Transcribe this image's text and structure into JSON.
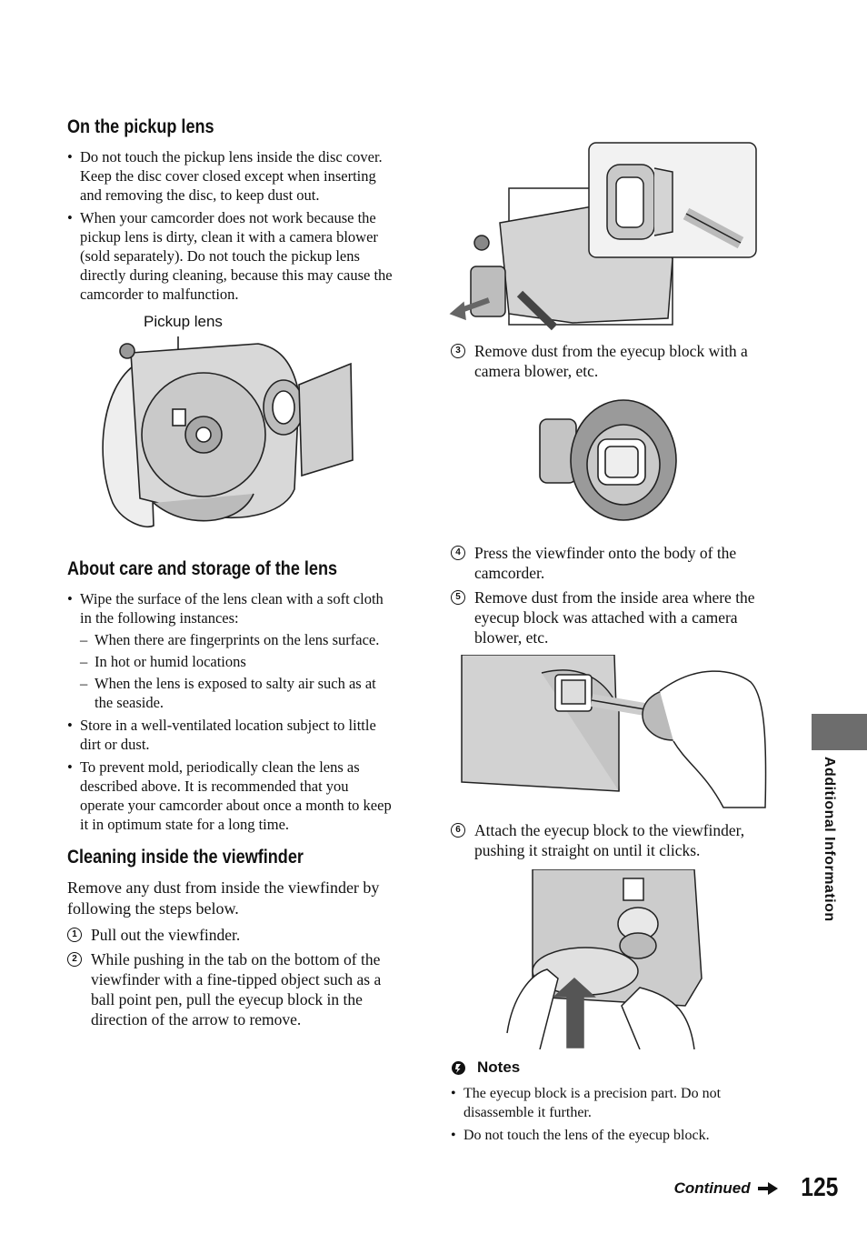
{
  "sections": {
    "pickup_lens": {
      "heading": "On the pickup lens",
      "bullets": [
        "Do not touch the pickup lens inside the disc cover. Keep the disc cover closed except when inserting and removing the disc, to keep dust out.",
        "When your camcorder does not work because the pickup lens is dirty, clean it with a camera blower (sold separately). Do not touch the pickup lens directly during cleaning, because this may cause the camcorder to malfunction."
      ],
      "figure_label": "Pickup lens"
    },
    "lens_care": {
      "heading": "About care and storage of the lens",
      "bullet1": "Wipe the surface of the lens clean with a soft cloth in the following instances:",
      "dashes": [
        "When there are fingerprints on the lens surface.",
        "In hot or humid locations",
        "When the lens is exposed to salty air such as at the seaside."
      ],
      "bullet2": "Store in a well-ventilated location subject to little dirt or dust.",
      "bullet3": "To prevent mold, periodically clean the lens as described above. It is recommended that you operate your camcorder about once a month to keep it in optimum state for a long time."
    },
    "viewfinder": {
      "heading": "Cleaning inside the viewfinder",
      "intro": "Remove any dust from inside the viewfinder by following the steps below.",
      "steps": [
        {
          "num": "1",
          "text": "Pull out the viewfinder."
        },
        {
          "num": "2",
          "text": "While pushing in the tab on the bottom of the viewfinder with a fine-tipped object such as a ball point pen, pull the eyecup block in the direction of the arrow to remove."
        },
        {
          "num": "3",
          "text": "Remove dust from the eyecup block with a camera blower, etc."
        },
        {
          "num": "4",
          "text": "Press the viewfinder onto the body of the camcorder."
        },
        {
          "num": "5",
          "text": "Remove dust from the inside area where the eyecup block was attached with a camera blower, etc."
        },
        {
          "num": "6",
          "text": "Attach the eyecup block to the viewfinder, pushing it straight on until it clicks."
        }
      ]
    },
    "notes": {
      "heading": "Notes",
      "items": [
        "The eyecup block is a precision part. Do not disassemble it further.",
        "Do not touch the lens of the eyecup block."
      ]
    }
  },
  "side_tab_label": "Additional Information",
  "footer": {
    "continued": "Continued",
    "page_number": "125"
  },
  "icons": {
    "note": "note-icon",
    "continue_arrow": "arrow-right-icon"
  }
}
